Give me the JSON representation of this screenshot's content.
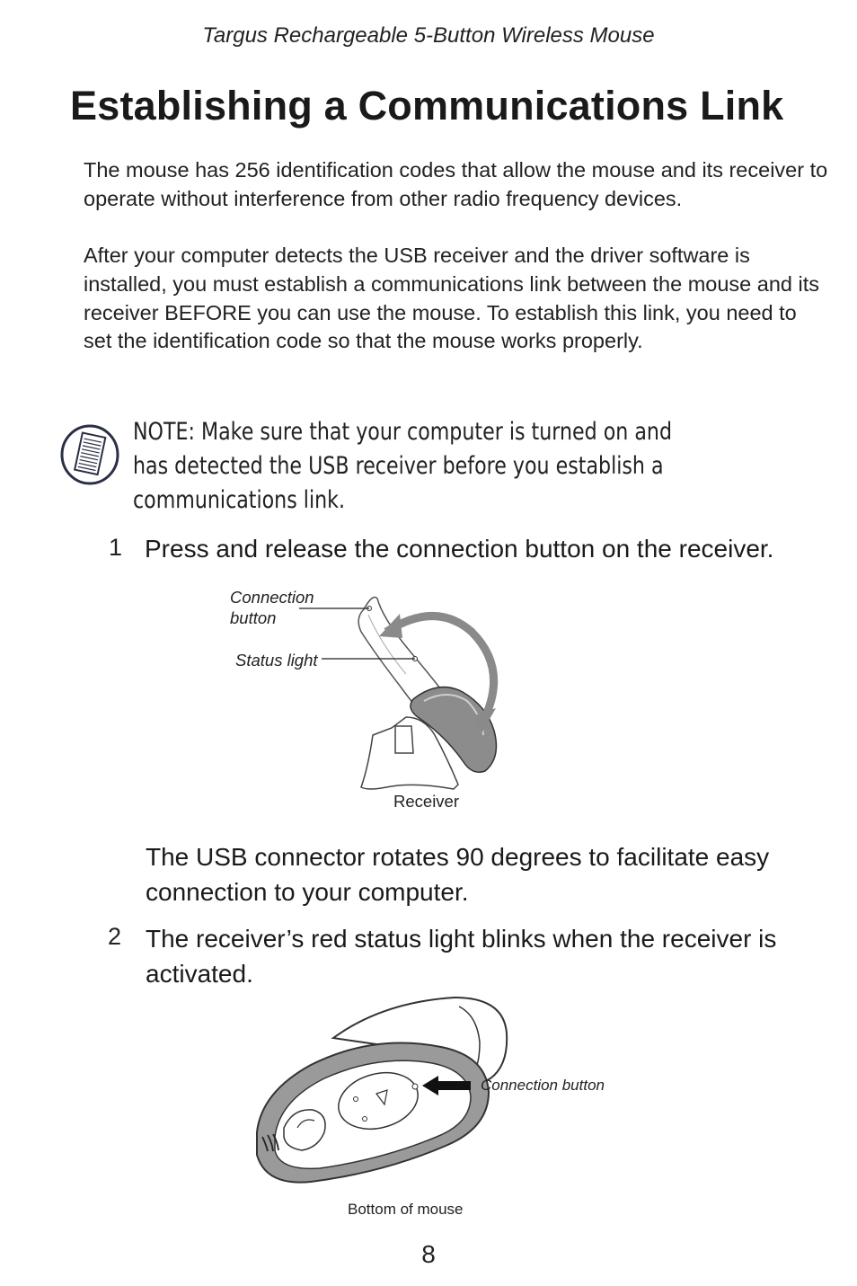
{
  "header": {
    "running_title": "Targus Rechargeable 5-Button Wireless Mouse"
  },
  "section": {
    "title": "Establishing a Communications Link",
    "paragraph1": "The mouse has 256 identification codes that allow the mouse and its receiver to operate without interference from other radio frequency devices.",
    "paragraph2": "After your computer detects the USB receiver and the driver software is installed, you must establish a communications link between the mouse and its receiver BEFORE you can use the mouse. To establish this link, you need to set the identification code so that the mouse works properly."
  },
  "note": {
    "icon": "notepad-icon",
    "line1": "NOTE: Make sure that your computer is turned on and",
    "line2": "has detected the USB receiver before you establish a",
    "line3": "communications link."
  },
  "steps": [
    {
      "number": "1",
      "text": "Press and release the connection button on the receiver."
    },
    {
      "number": "2",
      "text": "The receiver’s red status light blinks when the receiver is activated."
    }
  ],
  "figure1": {
    "label_connection_line1": "Connection",
    "label_connection_line2": "button",
    "label_status": "Status light",
    "caption": "Receiver"
  },
  "usb_note": "The USB connector rotates 90 degrees to facilitate easy connection to your computer.",
  "figure2": {
    "label_connection": "Connection button",
    "caption": "Bottom of mouse"
  },
  "page_number": "8"
}
